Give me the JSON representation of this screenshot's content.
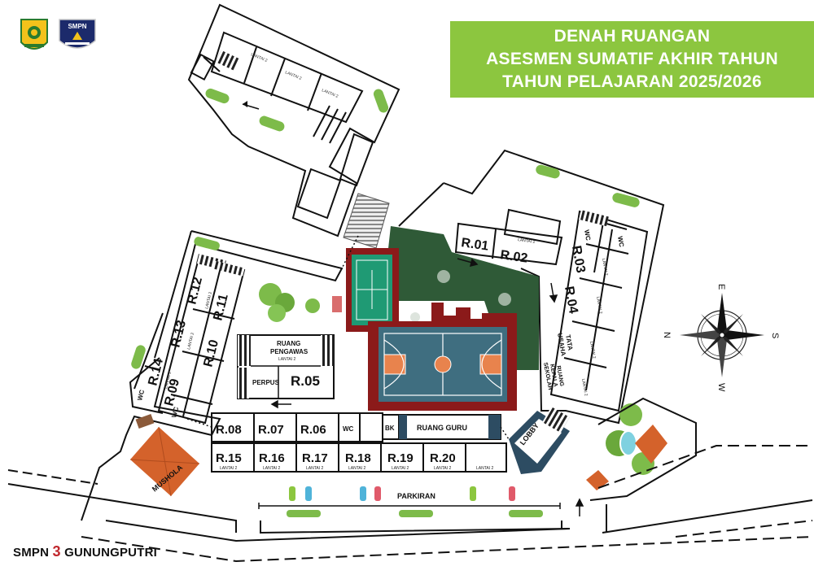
{
  "title": {
    "line1": "DENAH RUANGAN",
    "line2": "ASESMEN SUMATIF AKHIR TAHUN",
    "line3": "TAHUN PELAJARAN 2025/2026"
  },
  "logo2_text": "SMPN",
  "footer": {
    "prefix": "SMPN ",
    "num": "3",
    "suffix": " GUNUNGPUTRI"
  },
  "rooms": {
    "r01": "R.01",
    "r02": "R.02",
    "r03": "R.03",
    "r04": "R.04",
    "r05": "R.05",
    "r06": "R.06",
    "r07": "R.07",
    "r08": "R.08",
    "r09": "R.09",
    "r10": "R.10",
    "r11": "R.11",
    "r12": "R.12",
    "r13": "R.13",
    "r14": "R.14",
    "r15": "R.15",
    "r16": "R.16",
    "r17": "R.17",
    "r18": "R.18",
    "r19": "R.19",
    "r20": "R.20"
  },
  "labels": {
    "lantai2": "LANTAI 2",
    "wc": "WC",
    "bk": "BK",
    "ruang_guru": "RUANG GURU",
    "ruang_pengawas_1": "RUANG",
    "ruang_pengawas_2": "PENGAWAS",
    "perpus": "PERPUS",
    "lobby": "LOBBY",
    "mushola": "MUSHOLA",
    "parkiran": "PARKIRAN",
    "tata_usaha_1": "TATA",
    "tata_usaha_2": "USAHA",
    "kepsek_1": "RUANG",
    "kepsek_2": "KEPALA",
    "kepsek_3": "SEKOLAH"
  },
  "compass": {
    "n": "N",
    "e": "E",
    "s": "S",
    "w": "W"
  },
  "colors": {
    "banner": "#8cc63f",
    "court_border": "#8b1a1a",
    "court_floor": "#3f6e80",
    "court_key": "#e8834d",
    "tennis": "#1f9a74",
    "garden": "#2f5a37",
    "roof": "#d4622b",
    "lobby": "#2d4c62"
  }
}
